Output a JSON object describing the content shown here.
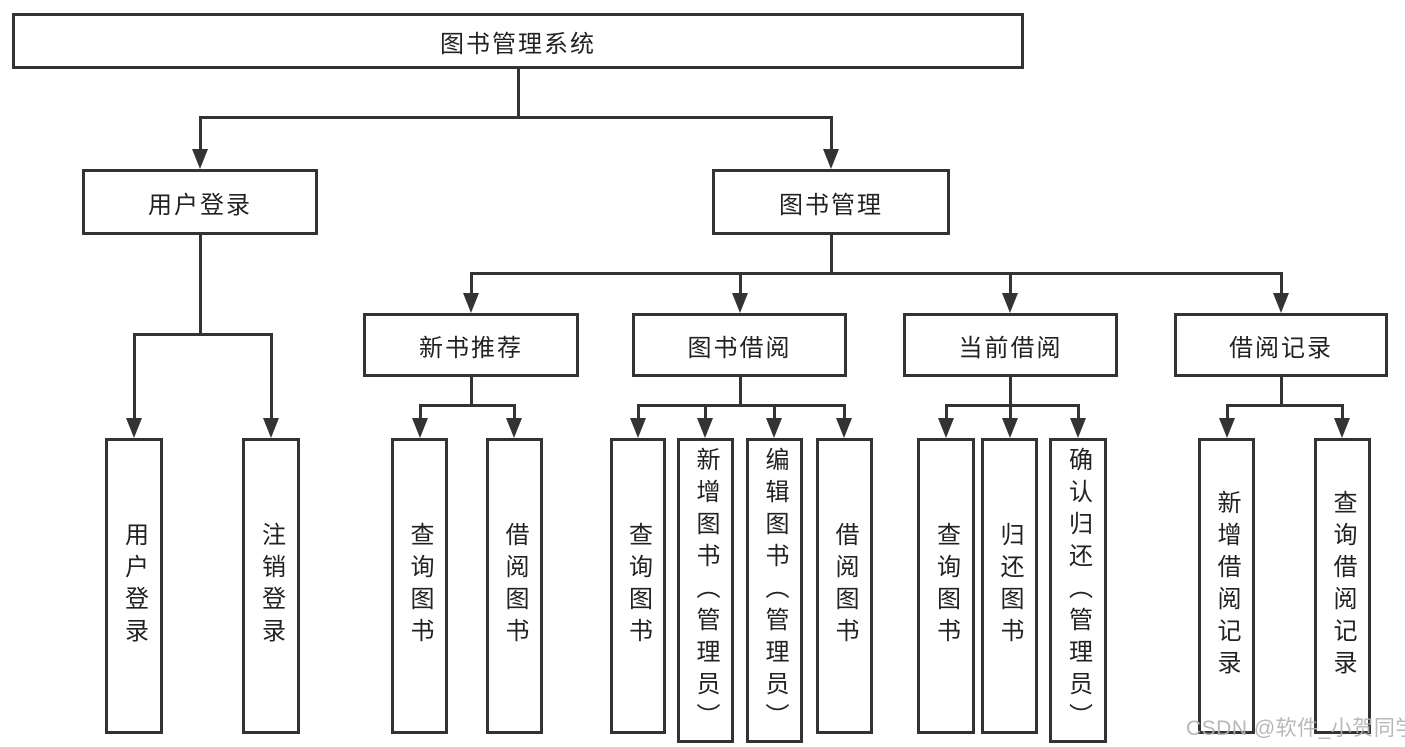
{
  "diagram_title": "图书管理系统",
  "colors": {
    "line": "#333333",
    "box_border": "#333333",
    "text": "#222222",
    "background": "#ffffff",
    "watermark": "#b2b2b2"
  },
  "tree": {
    "root": {
      "label": "图书管理系统",
      "children": [
        {
          "label": "用户登录",
          "children": [
            {
              "label": "用户登录"
            },
            {
              "label": "注销登录"
            }
          ]
        },
        {
          "label": "图书管理",
          "children": [
            {
              "label": "新书推荐",
              "children": [
                {
                  "label": "查询图书"
                },
                {
                  "label": "借阅图书"
                }
              ]
            },
            {
              "label": "图书借阅",
              "children": [
                {
                  "label": "查询图书"
                },
                {
                  "label": "新增图书（管理员）"
                },
                {
                  "label": "编辑图书（管理员）"
                },
                {
                  "label": "借阅图书"
                }
              ]
            },
            {
              "label": "当前借阅",
              "children": [
                {
                  "label": "查询图书"
                },
                {
                  "label": "归还图书"
                },
                {
                  "label": "确认归还（管理员）"
                }
              ]
            },
            {
              "label": "借阅记录",
              "children": [
                {
                  "label": "新增借阅记录"
                },
                {
                  "label": "查询借阅记录"
                }
              ]
            }
          ]
        }
      ]
    }
  },
  "watermark": {
    "text": "CSDN @软件_小贺同学"
  }
}
